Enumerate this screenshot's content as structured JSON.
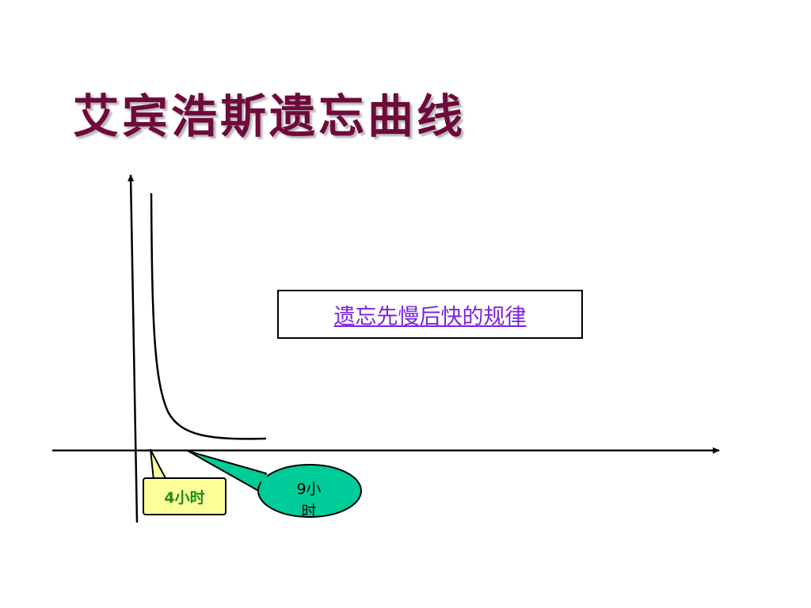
{
  "slide": {
    "title": "艾宾浩斯遗忘曲线"
  },
  "diagram": {
    "rule_label": "遗忘先慢后快的规律",
    "callouts": [
      {
        "id": "4h",
        "text": "4小时",
        "fill": "#ffff99",
        "text_color": "#1b8a1b"
      },
      {
        "id": "9h",
        "text_line1": "9小",
        "text_line2": "时",
        "fill": "#00cc99",
        "text_color": "#000000"
      }
    ]
  },
  "colors": {
    "title": "#6e0a3c",
    "rule_text": "#7b22e0",
    "axes": "#000000"
  }
}
